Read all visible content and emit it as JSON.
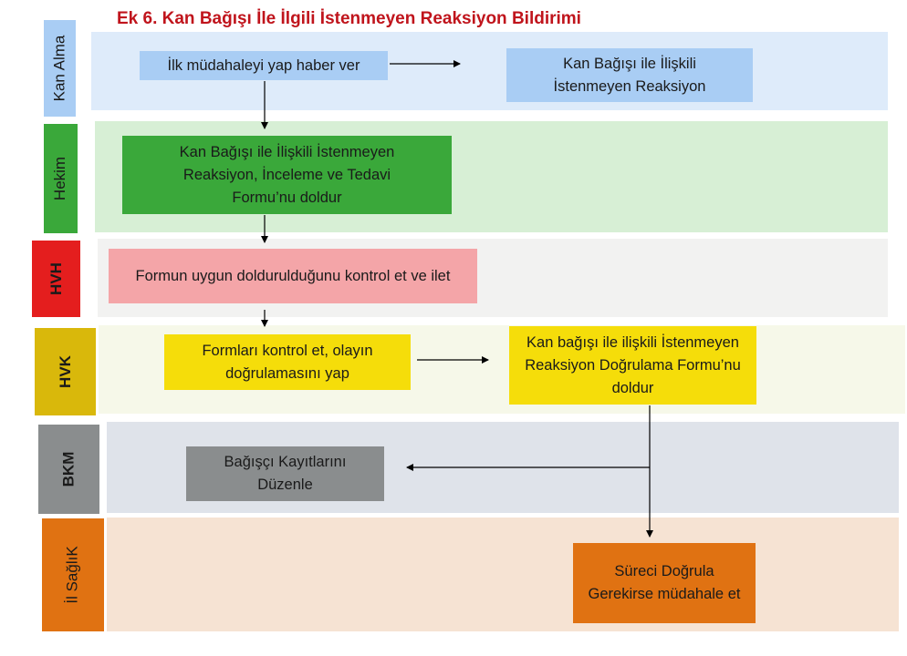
{
  "title": "Ek 6. Kan Bağışı İle İlgili İstenmeyen Reaksiyon Bildirimi",
  "lanes": [
    {
      "label": "Kan Alma",
      "label_color": "#a9cdf4",
      "bg_color": "#deebfa"
    },
    {
      "label": "Hekim",
      "label_color": "#3aa83a",
      "bg_color": "#d7efd5"
    },
    {
      "label": "HVH",
      "label_color": "#e41e1e",
      "bg_color": "#f2f2f1"
    },
    {
      "label": "HVK",
      "label_color": "#d9b80b",
      "bg_color": "#f6f8e9"
    },
    {
      "label": "BKM",
      "label_color": "#8a8d8e",
      "bg_color": "#dfe3ea"
    },
    {
      "label": "İl SağlıK",
      "label_color": "#e07212",
      "bg_color": "#f6e3d3"
    }
  ],
  "steps": {
    "ilk_mudahale": "İlk müdahaleyi yap haber ver",
    "kan_alma_reaksiyon": "Kan Bağışı ile İlişkili İstenmeyen Reaksiyon",
    "hekim_form": "Kan Bağışı ile İlişkili İstenmeyen Reaksiyon, İnceleme ve Tedavi Formu’nu doldur",
    "hvh_kontrol": "Formun uygun doldurulduğunu kontrol et ve ilet",
    "hvk_kontrol": "Formları kontrol et, olayın doğrulamasını yap",
    "hvk_form": "Kan bağışı ile ilişkili İstenmeyen Reaksiyon Doğrulama Formu’nu doldur",
    "bkm_duzenle": "Bağışçı Kayıtlarını Düzenle",
    "il_saglik": "Süreci Doğrula Gerekirse müdahale et"
  },
  "colors": {
    "title": "#c0141c",
    "box_light_blue": "#a9cdf4",
    "box_green": "#3aa83a",
    "box_pink": "#f4a5a8",
    "box_yellow": "#f5dd0a",
    "box_gray": "#8a8d8e",
    "box_orange": "#e07212"
  }
}
